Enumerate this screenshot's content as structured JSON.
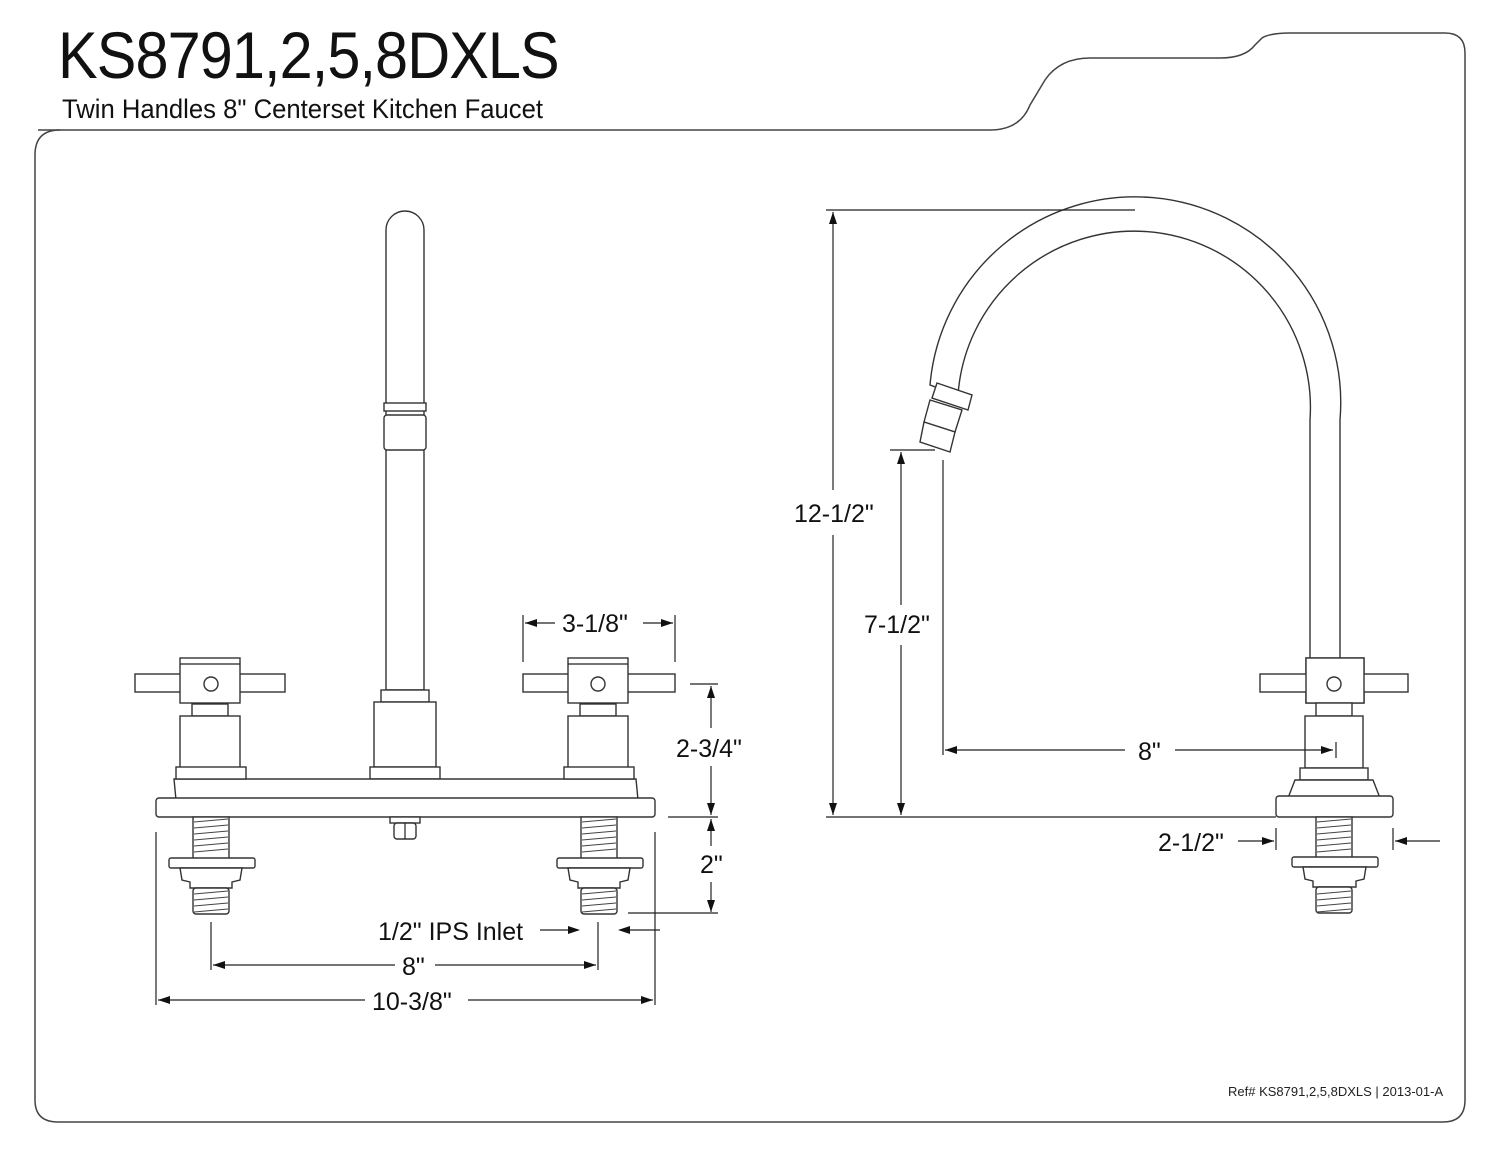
{
  "header": {
    "title": "KS8791,2,5,8DXLS",
    "subtitle": "Twin Handles 8\" Centerset Kitchen Faucet"
  },
  "front_view": {
    "dimensions": {
      "handle_width": "3-1/8\"",
      "handle_height": "2-3/4\"",
      "shank_length": "2\"",
      "inlet": "1/2\" IPS Inlet",
      "center_spacing": "8\"",
      "overall_width": "10-3/8\""
    }
  },
  "side_view": {
    "dimensions": {
      "overall_height": "12-1/2\"",
      "spout_clearance": "7-1/2\"",
      "spout_reach": "8\"",
      "base_diameter": "2-1/2\""
    }
  },
  "footer": {
    "reference": "Ref# KS8791,2,5,8DXLS | 2013-01-A"
  }
}
